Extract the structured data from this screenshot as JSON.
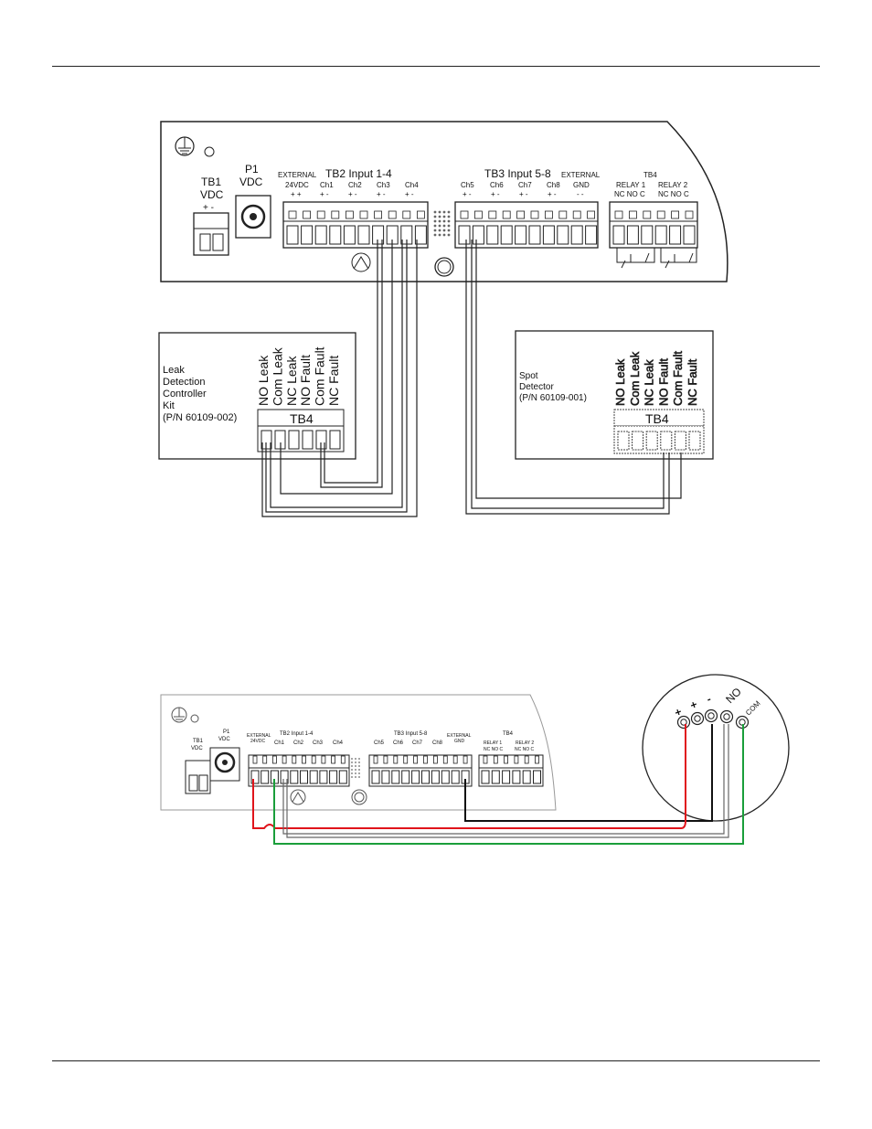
{
  "diagram1": {
    "ground_symbol": "ground-icon",
    "tb1_title": "TB1",
    "tb1_sub": "VDC",
    "tb1_pol": "+  -",
    "p1_title": "P1",
    "p1_sub": "VDC",
    "tb2_title": "TB2 Input 1-4",
    "tb2_ext_top": "EXTERNAL",
    "tb2_ext_bottom": "24VDC",
    "tb2_ch": [
      "Ch1",
      "Ch2",
      "Ch3",
      "Ch4"
    ],
    "pm": "+  -",
    "pp": "+ +",
    "tb3_title": "TB3 Input 5-8",
    "tb3_ch": [
      "Ch5",
      "Ch6",
      "Ch7",
      "Ch8"
    ],
    "tb3_ext_top": "EXTERNAL",
    "tb3_ext_bottom": "GND",
    "tb3_ext_pol": "-  -",
    "tb4_title": "TB4",
    "relay1": "RELAY 1",
    "relay2": "RELAY 2",
    "relay_contacts": "NC NO C",
    "leak_box": {
      "name_lines": [
        "Leak",
        "Detection",
        "Controller",
        "Kit",
        "(P/N 60109-002)"
      ],
      "terminals": [
        "NO Leak",
        "Com Leak",
        "NC Leak",
        "NO Fault",
        "Com Fault",
        "NC Fault"
      ],
      "block_label": "TB4"
    },
    "spot_box": {
      "name_lines": [
        "Spot",
        "Detector",
        "(P/N 60109-001)"
      ],
      "terminals": [
        "NO Leak",
        "Com Leak",
        "NC Leak",
        "NO Fault",
        "Com Fault",
        "NC Fault"
      ],
      "block_label": "TB4"
    }
  },
  "diagram2": {
    "tb1_title": "TB1",
    "tb1_sub": "VDC",
    "p1_title": "P1",
    "p1_sub": "VDC",
    "tb2_title": "TB2 Input 1-4",
    "tb2_ext": "EXTERNAL",
    "tb2_ext2": "24VDC",
    "tb2_ch": [
      "Ch1",
      "Ch2",
      "Ch3",
      "Ch4"
    ],
    "tb3_title": "TB3 Input 5-8",
    "tb3_ch": [
      "Ch5",
      "Ch6",
      "Ch7",
      "Ch8"
    ],
    "tb3_ext": "EXTERNAL",
    "tb3_ext2": "GND",
    "tb4_title": "TB4",
    "relay1": "RELAY 1",
    "relay2": "RELAY 2",
    "relay_contacts": "NC NO C",
    "detector_terminals": [
      "+",
      "+",
      "-",
      "NO",
      "COM"
    ],
    "wire_colors": {
      "red": "#e0141b",
      "green": "#1a9e3a",
      "black": "#111111",
      "gray": "#777777"
    }
  }
}
